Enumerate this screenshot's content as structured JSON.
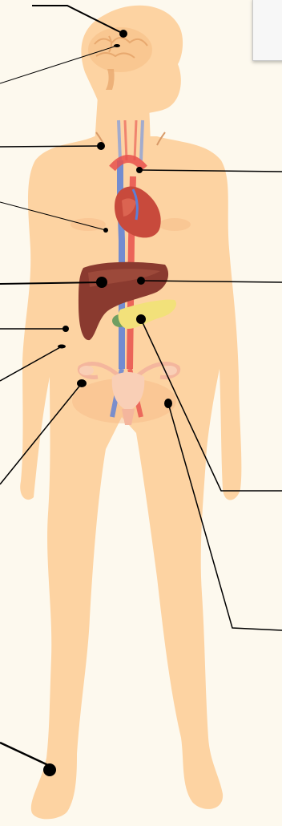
{
  "diagram": {
    "subject": "human-body-anatomy",
    "colors": {
      "background": "#fdf9ee",
      "skin": "#fdd3a2",
      "skin_shadow": "#f6b985",
      "brain": "#f8c58f",
      "heart": "#c84a3c",
      "liver": "#8a3a2f",
      "pancreas": "#f2e17a",
      "gallbladder": "#6f9e62",
      "artery": "#e8504c",
      "vein": "#5b7fd8",
      "reproductive": "#f9cfb6",
      "pointer": "#000000"
    },
    "organs": [
      "brain",
      "thyroid",
      "heart",
      "aorta",
      "liver",
      "pancreas",
      "gallbladder",
      "ovaries",
      "uterus",
      "foot"
    ],
    "labels": []
  }
}
